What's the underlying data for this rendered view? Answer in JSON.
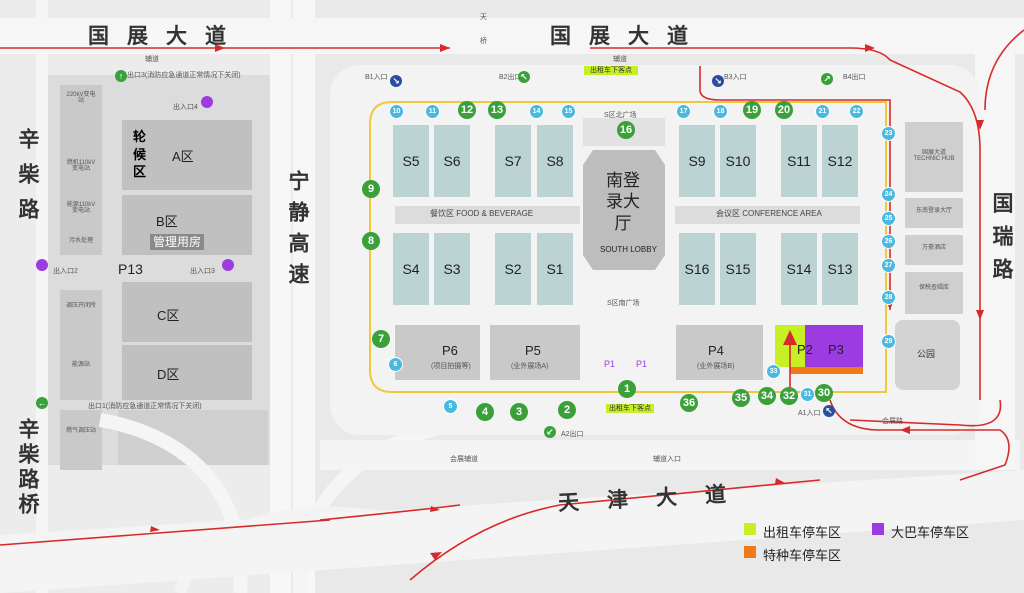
{
  "roads": {
    "guozhan_left": "国展大道",
    "guozhan_right": "国展大道",
    "xinchai": "辛柴路",
    "xinchai_bridge": "辛柴路桥",
    "ningjing": "宁静高速",
    "guorui": "国瑞路",
    "tianjin": "天津大道",
    "fudao_top1": "辅道",
    "fudao_top2": "辅道",
    "huizhan_fudao": "会展辅道",
    "fudao_entry": "辅道入口",
    "huizhan_lu": "会展路",
    "tian_a": "天",
    "tian_b": "桥"
  },
  "left_area": {
    "exit_top": "出口3(消防应急通道正常情况下关闭)",
    "exit_bottom": "出口1(消防应急通道正常情况下关闭)",
    "entry4": "出入口4",
    "entry2": "出入口2",
    "entry3": "出入口3",
    "p13": "P13",
    "zones": {
      "a": "A区",
      "b": "B区",
      "c": "C区",
      "d": "D区"
    },
    "lunhou": "轮候区",
    "mgmt": "管理用房",
    "facilities": [
      "220kV变电站",
      "燃机110kV变电站",
      "能源110kV变电站",
      "污水处理",
      "调压开闭所",
      "能源站",
      "燃气调压站"
    ]
  },
  "halls": {
    "top": [
      "S5",
      "S6",
      "S7",
      "S8",
      "S9",
      "S10",
      "S11",
      "S12"
    ],
    "bottom": [
      "S4",
      "S3",
      "S2",
      "S1",
      "S16",
      "S15",
      "S14",
      "S13"
    ]
  },
  "lobby": {
    "name": "南登录大厅",
    "en": "SOUTH LOBBY",
    "north_plaza": "S区北广场",
    "south_plaza": "S区南广场"
  },
  "areas": {
    "food": "餐饮区  FOOD & BEVERAGE",
    "conference": "会议区  CONFERENCE AREA"
  },
  "parking": {
    "p6": "P6",
    "p6_sub": "(项目拍摄等)",
    "p5": "P5",
    "p5_sub": "(业外展场A)",
    "p4": "P4",
    "p4_sub": "(业外展场B)",
    "p2": "P2",
    "p3": "P3",
    "p1": "P1",
    "taxi_drop_top": "出租车下客点",
    "taxi_drop_bottom": "出租车下客点"
  },
  "entrances": {
    "b1": "B1入口",
    "b2": "B2出口",
    "b3": "B3入口",
    "b4": "B4出口",
    "a1": "A1入口",
    "a2": "A2出口"
  },
  "gates": {
    "big": [
      "1",
      "2",
      "3",
      "4",
      "7",
      "8",
      "9",
      "12",
      "13",
      "16",
      "19",
      "20",
      "30",
      "32",
      "34",
      "35",
      "36"
    ],
    "small": [
      "5",
      "6",
      "10",
      "11",
      "14",
      "15",
      "17",
      "18",
      "21",
      "22",
      "23",
      "24",
      "25",
      "26",
      "27",
      "28",
      "29",
      "31",
      "33"
    ]
  },
  "right_buildings": [
    "国展大道TECHNIC HUB",
    "东南登录大厅",
    "万豪酒店",
    "保税查缉库",
    "公园"
  ],
  "legend": [
    {
      "label": "出租车停车区",
      "color": "#c6ef26"
    },
    {
      "label": "大巴车停车区",
      "color": "#9c3ce0"
    },
    {
      "label": "特种车停车区",
      "color": "#f07a1a"
    }
  ],
  "colors": {
    "route": "#d82a2a",
    "gate_green": "#3aa13a",
    "gate_blue": "#49b9e0",
    "hall": "#bcd3d3",
    "lane": "#f3c73a"
  }
}
